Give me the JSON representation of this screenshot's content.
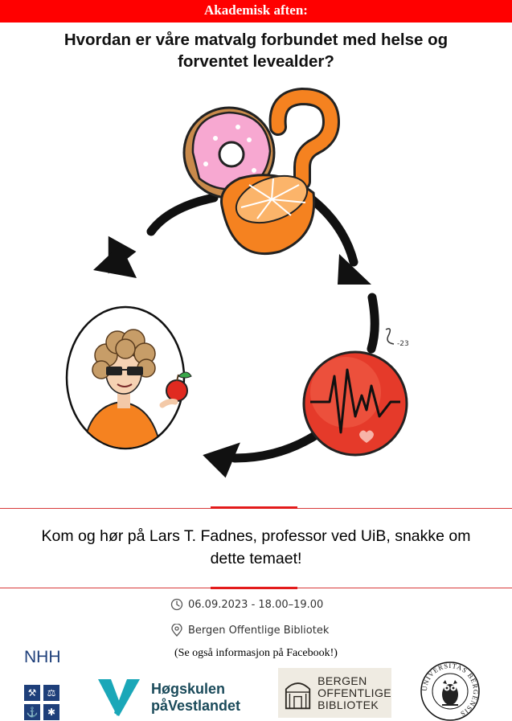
{
  "banner": {
    "text": "Akademisk aften:"
  },
  "title": {
    "line1": "Hvordan er våre matvalg forbundet med helse og",
    "line2": "forventet levealder?"
  },
  "illustration": {
    "signature": "-23"
  },
  "invite": {
    "line1": "Kom og hør på Lars T. Fadnes, professor ved UiB, snakke om",
    "line2": "dette temaet!"
  },
  "event": {
    "datetime": "06.09.2023 - 18.00–19.00",
    "location": "Bergen Offentlige Bibliotek",
    "facebook_note": "(Se også informasjon på Facebook!)"
  },
  "logos": {
    "nhh": "NHH",
    "hvl_line1": "Høgskulen",
    "hvl_line2": "påVestlandet",
    "bob_line1": "BERGEN",
    "bob_line2": "OFFENTLIGE",
    "bob_line3": "BIBLIOTEK",
    "uib_ring": "UNIVERSITAS BERGENSIS"
  },
  "colors": {
    "banner_red": "#ff0000",
    "accent_red": "#e31b1b",
    "nhh_blue": "#1e3f7a",
    "hvl_teal": "#1aa7b8",
    "orange": "#f58220"
  }
}
